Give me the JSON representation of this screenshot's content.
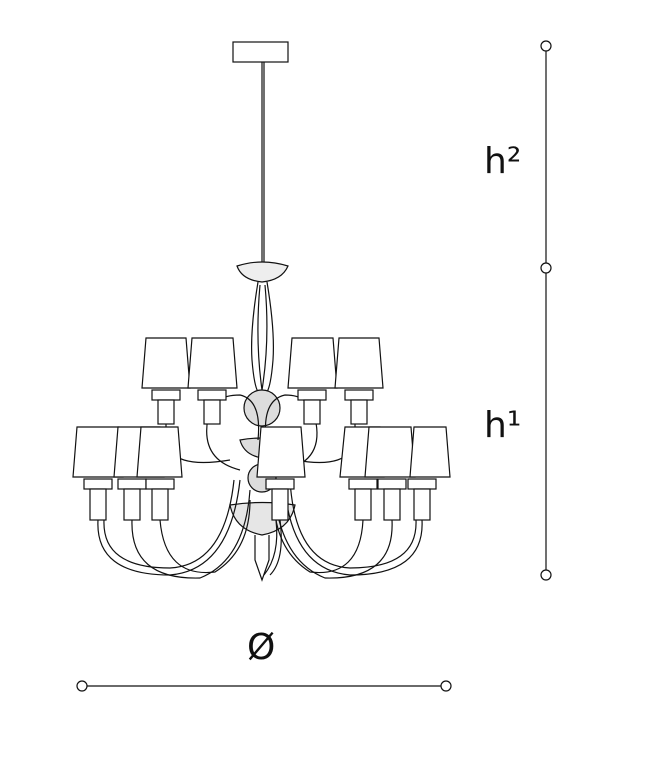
{
  "dimensions": {
    "height_upper_label": "h²",
    "height_lower_label": "h¹",
    "diameter_label": "Ø"
  },
  "colors": {
    "line": "#111111",
    "background": "#ffffff"
  }
}
